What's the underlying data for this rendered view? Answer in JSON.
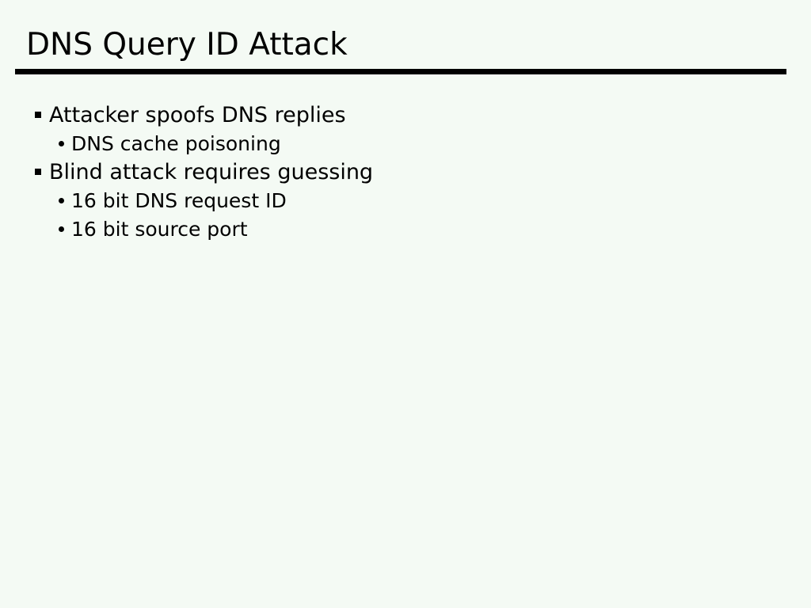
{
  "slide": {
    "title": "DNS Query ID Attack",
    "bullets": [
      {
        "level": 1,
        "text": "Attacker spoofs DNS replies"
      },
      {
        "level": 2,
        "text": "DNS cache poisoning"
      },
      {
        "level": 1,
        "text": "Blind attack requires guessing"
      },
      {
        "level": 2,
        "text": "16 bit DNS request ID"
      },
      {
        "level": 2,
        "text": "16 bit source port"
      }
    ],
    "markers": {
      "level1": "square-bullet-icon",
      "level2": "round-bullet-icon"
    },
    "colors": {
      "background": "#f4faf4",
      "text": "#000000",
      "title_rule": "#000000"
    }
  }
}
